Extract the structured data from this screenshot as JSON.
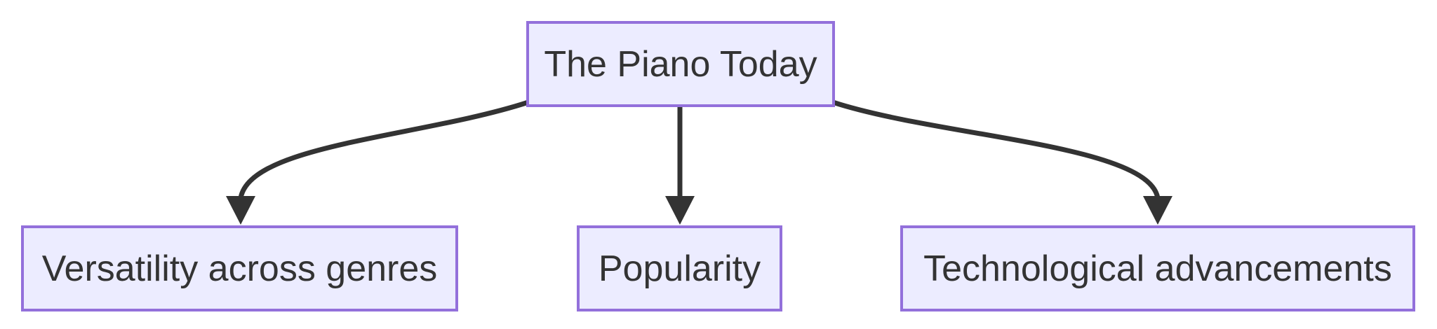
{
  "diagram_type": "flowchart-top-down",
  "nodes": {
    "root": {
      "label": "The Piano Today"
    },
    "versatility": {
      "label": "Versatility across genres"
    },
    "popularity": {
      "label": "Popularity"
    },
    "technology": {
      "label": "Technological advancements"
    }
  },
  "edges": [
    {
      "from": "The Piano Today",
      "to": "Versatility across genres",
      "style": "curved",
      "arrowhead": "filled-triangle"
    },
    {
      "from": "The Piano Today",
      "to": "Popularity",
      "style": "straight",
      "arrowhead": "filled-triangle"
    },
    {
      "from": "The Piano Today",
      "to": "Technological advancements",
      "style": "curved",
      "arrowhead": "filled-triangle"
    }
  ],
  "theme": {
    "background": "#ffffff",
    "node_fill": "#ececff",
    "node_border": "#9370db",
    "node_text": "#333333",
    "edge_color": "#333333"
  }
}
